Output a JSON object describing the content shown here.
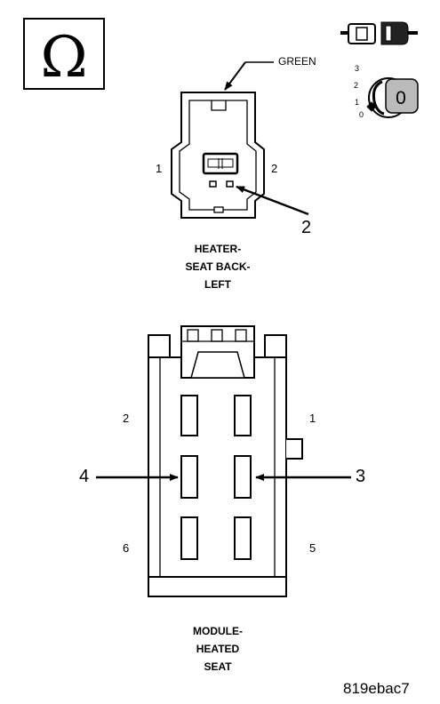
{
  "symbols": {
    "ohm_glyph": "Ω",
    "ohm_icon": "ohm-meter-icon",
    "connector_icon": "disconnected-connector-icon",
    "ignition_icon": "ignition-key-off-icon",
    "ignition_positions": [
      "3",
      "2",
      "1",
      "0"
    ],
    "key_label": "0"
  },
  "heater_connector": {
    "wire_color_label": "GREEN",
    "pin_left": "1",
    "pin_right": "2",
    "callout": "2",
    "caption": [
      "HEATER-",
      "SEAT BACK-",
      "LEFT"
    ]
  },
  "module_connector": {
    "pin_labels": [
      "2",
      "1",
      "6",
      "5"
    ],
    "callout_left": "4",
    "callout_right": "3",
    "caption": [
      "MODULE-",
      "HEATED",
      "SEAT"
    ]
  },
  "reference_code": "819ebac7"
}
